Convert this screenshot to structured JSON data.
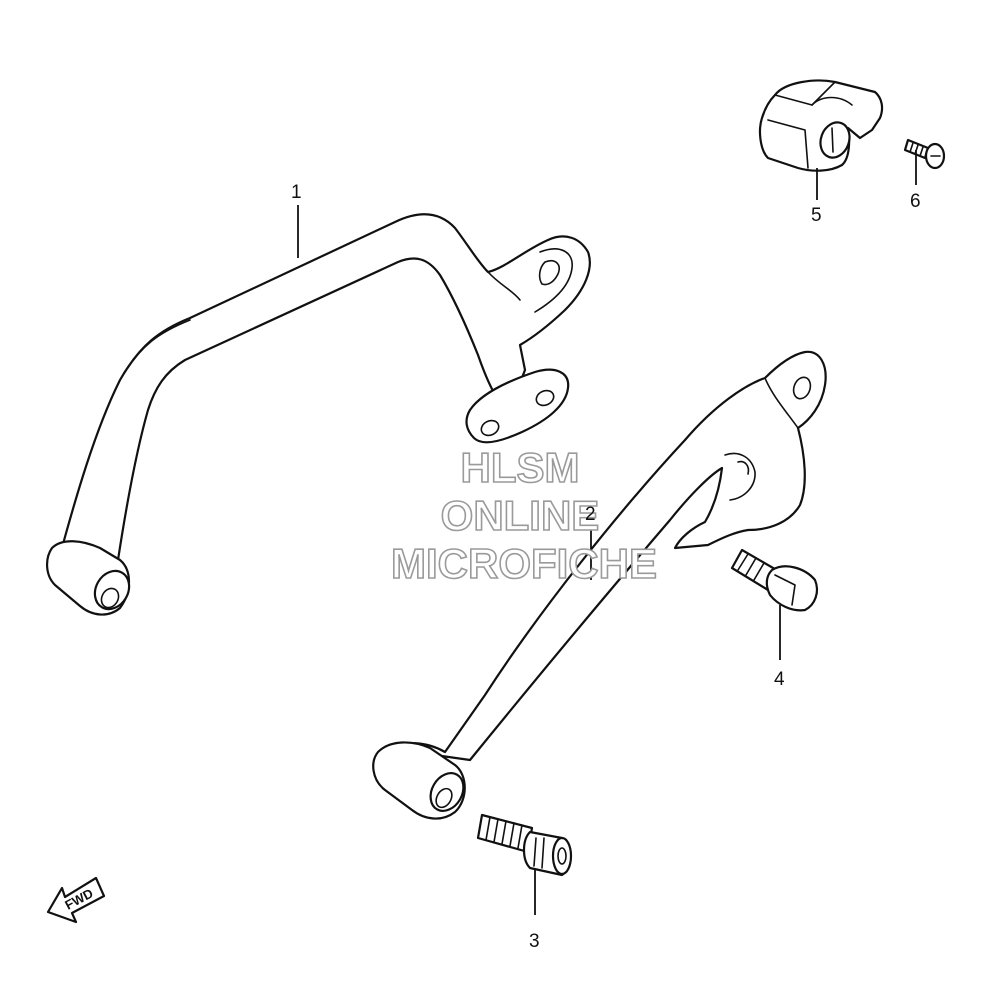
{
  "callouts": {
    "c1": "1",
    "c2": "2",
    "c3": "3",
    "c4": "4",
    "c5": "5",
    "c6": "6"
  },
  "watermark": {
    "line1": "HLSM",
    "line2": "ONLINE",
    "line3": "MICROFICHE"
  },
  "direction_label": "FWD"
}
